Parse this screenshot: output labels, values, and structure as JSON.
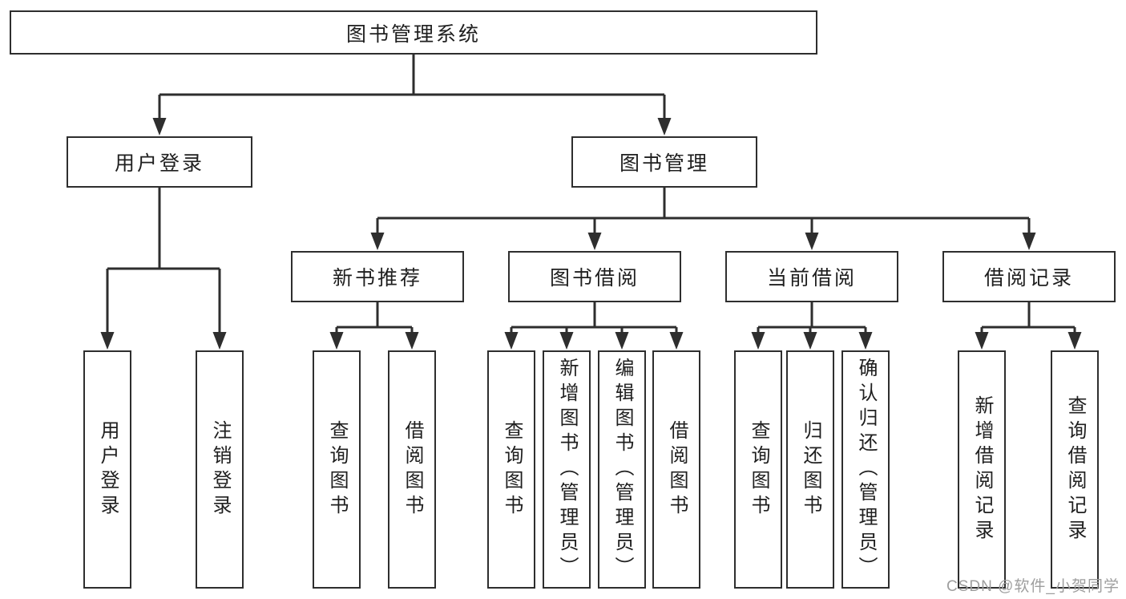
{
  "diagram": {
    "root": "图书管理系统",
    "level2": {
      "user_login": "用户登录",
      "book_management": "图书管理"
    },
    "level3": {
      "new_book": "新书推荐",
      "book_borrow": "图书借阅",
      "current_borrow": "当前借阅",
      "borrow_record": "借阅记录"
    },
    "children": {
      "user_login": [
        "用户登录",
        "注销登录"
      ],
      "new_book": [
        "查询图书",
        "借阅图书"
      ],
      "book_borrow": [
        "查询图书",
        "新增图书（管理员）",
        "编辑图书（管理员）",
        "借阅图书"
      ],
      "current_borrow": [
        "查询图书",
        "归还图书",
        "确认归还（管理员）"
      ],
      "borrow_record": [
        "新增借阅记录",
        "查询借阅记录"
      ]
    }
  },
  "watermark": {
    "text": "CSDN @软件_小贺同学",
    "color": "#9e9e9e"
  },
  "colors": {
    "line": "#2e2e2e",
    "border": "#2e2e2e",
    "text": "#1f1f1f",
    "background": "#ffffff"
  }
}
